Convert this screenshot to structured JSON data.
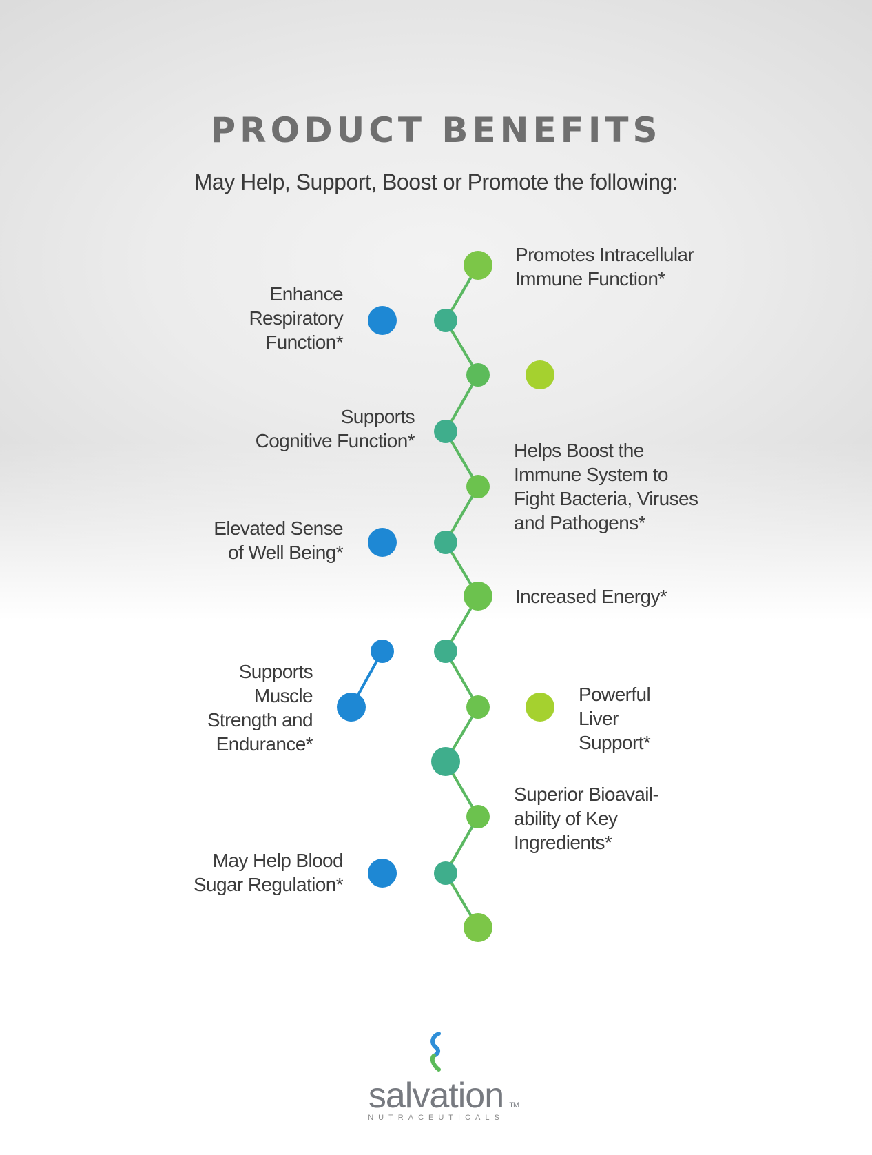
{
  "header": {
    "title": "PRODUCT BENEFITS",
    "subtitle": "May Help, Support, Boost or Promote the following:"
  },
  "benefits": {
    "enhance_respiratory": "Enhance\nRespiratory\nFunction*",
    "promotes_intracellular": "Promotes Intracellular\nImmune Function*",
    "supports_cognitive": "Supports\nCognitive Function*",
    "helps_boost_immune": "Helps Boost the\nImmune System to\nFight Bacteria, Viruses\nand Pathogens*",
    "elevated_sense": "Elevated Sense\nof Well Being*",
    "increased_energy": "Increased Energy*",
    "supports_muscle": "Supports\nMuscle\nStrength and\nEndurance*",
    "powerful_liver": "Powerful\nLiver\nSupport*",
    "superior_bioavailability": "Superior Bioavail-\nability of Key\nIngredients*",
    "blood_sugar": "May Help Blood\nSugar Regulation*"
  },
  "logo": {
    "name": "salvation",
    "tm": "TM",
    "tagline": "NUTRACEUTICALS"
  },
  "colors": {
    "blue": "#1e88d4",
    "teal": "#3fae8c",
    "green": "#72c44a",
    "lime": "#a5d12f",
    "title_gray": "#6f6f6f"
  }
}
